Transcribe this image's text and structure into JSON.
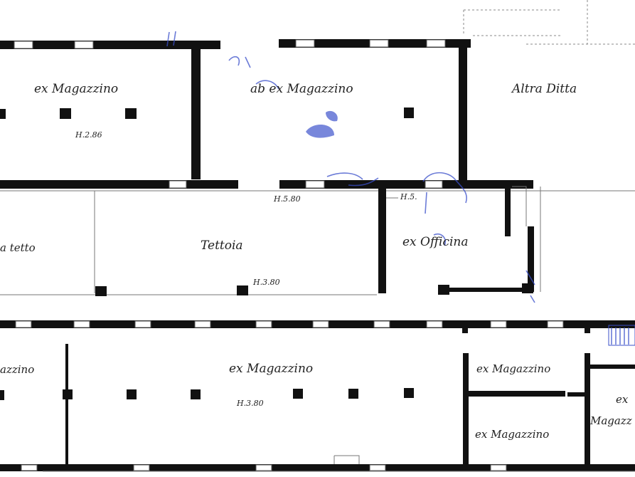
{
  "rooms": {
    "magazzino_top_left": "ex Magazzino",
    "magazzino_top_center": "ab ex Magazzino",
    "altra_ditta": "Altra Ditta",
    "tettoia_left": "a tetto",
    "tettoia": "Tettoia",
    "officina": "ex Officina",
    "magazzino_bottom_left": "azzino",
    "magazzino_bottom_center": "ex Magazzino",
    "magazzino_bottom_right_top": "ex Magazzino",
    "magazzino_bottom_right_bottom": "ex Magazzino",
    "magazzino_far_right_a": "ex",
    "magazzino_far_right_b": "Magazz"
  },
  "heights": {
    "h_top_left": "H.2.86",
    "h_center": "H.5.80",
    "h_officina": "H.5.",
    "h_tettoia": "H.3.80",
    "h_bottom": "H.3.80"
  }
}
